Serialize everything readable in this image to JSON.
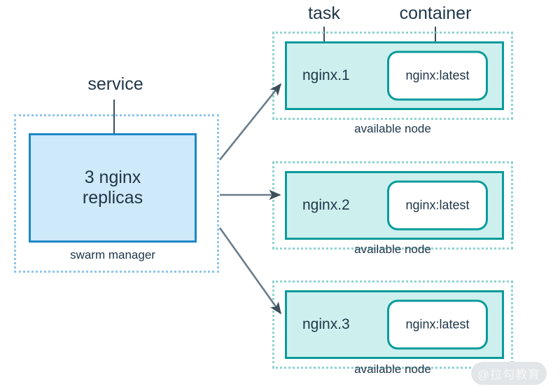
{
  "diagram": {
    "title": "Docker Swarm service replicas across available nodes",
    "colors": {
      "service_fill": "#cde9fa",
      "service_stroke": "#1d87c8",
      "service_node_dotted": "#8ec6ec",
      "task_fill": "#cdf0ee",
      "task_stroke": "#0a9b9b",
      "node_dotted": "#8fd4d2",
      "container_fill": "#ffffff",
      "text": "#20374a",
      "arrow": "#3d4f5c",
      "background": "#ffffff"
    },
    "callouts": [
      {
        "label": "service"
      },
      {
        "label": "task"
      },
      {
        "label": "container"
      }
    ],
    "service": {
      "box_label": "3 nginx\nreplicas",
      "caption": "swarm manager"
    },
    "nodes": [
      {
        "task_label": "nginx.1",
        "container_label": "nginx:latest",
        "caption": "available node"
      },
      {
        "task_label": "nginx.2",
        "container_label": "nginx:latest",
        "caption": "available node"
      },
      {
        "task_label": "nginx.3",
        "container_label": "nginx:latest",
        "caption": "available node"
      }
    ],
    "watermark": "@拉勾教育"
  }
}
